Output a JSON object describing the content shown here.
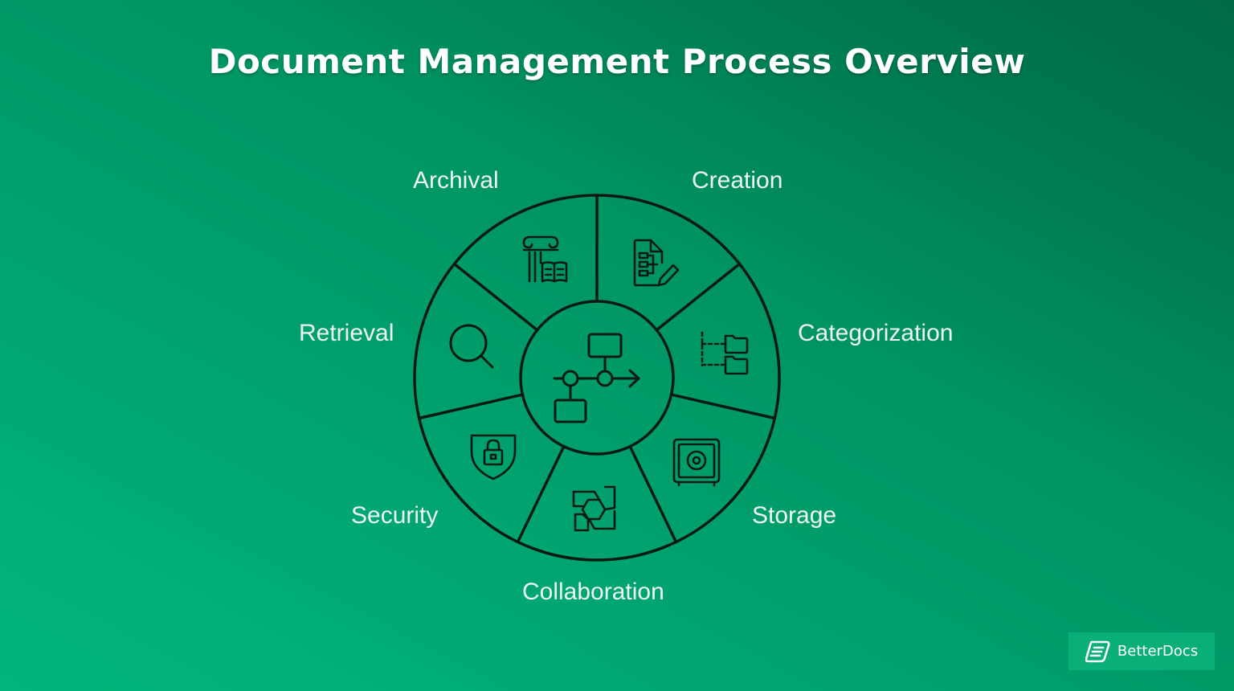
{
  "title": "Document Management Process Overview",
  "diagram": {
    "type": "cycle-wheel",
    "center_label_icon": "process-flow-icon",
    "segments": [
      {
        "label": "Creation",
        "icon": "document-edit-icon"
      },
      {
        "label": "Categorization",
        "icon": "folder-tree-icon"
      },
      {
        "label": "Storage",
        "icon": "safe-icon"
      },
      {
        "label": "Collaboration",
        "icon": "joined-hands-icon"
      },
      {
        "label": "Security",
        "icon": "shield-lock-icon"
      },
      {
        "label": "Retrieval",
        "icon": "search-icon"
      },
      {
        "label": "Archival",
        "icon": "archive-column-book-icon"
      }
    ]
  },
  "brand": {
    "name": "BetterDocs",
    "icon": "betterdocs-logo-icon"
  },
  "colors": {
    "background_light": "#00b67c",
    "background_dark": "#006a44",
    "stroke": "#0d1a12",
    "text": "#ffffff",
    "badge": "#0aae78"
  }
}
